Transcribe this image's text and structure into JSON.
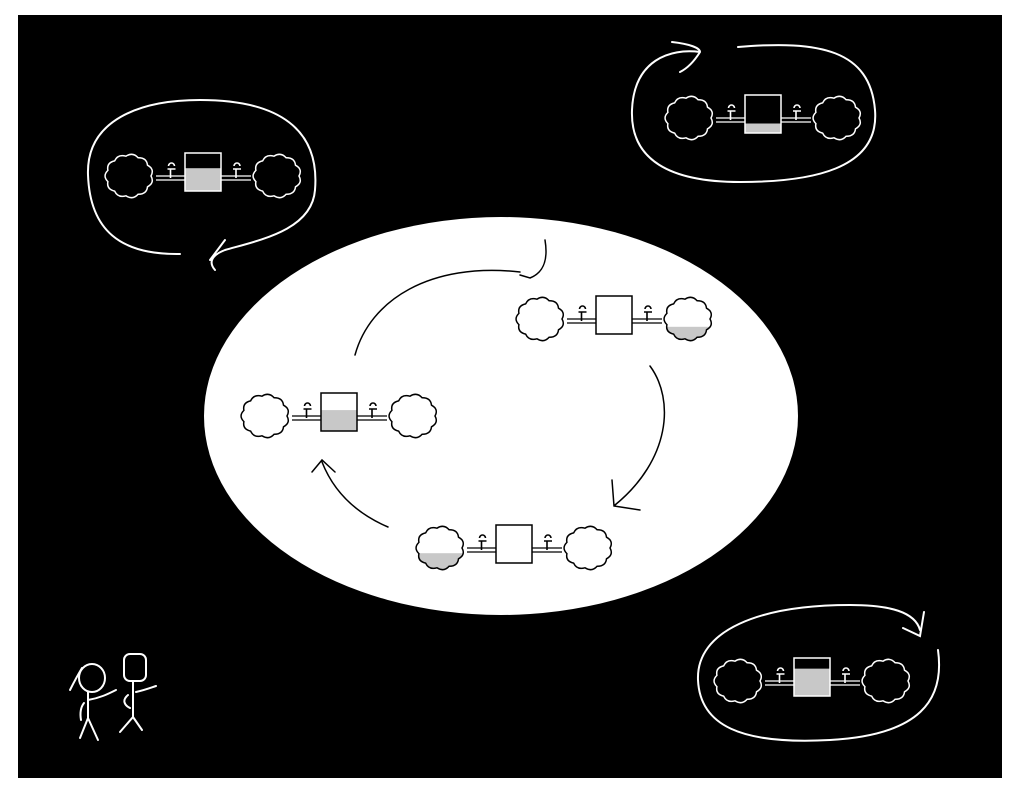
{
  "colors": {
    "background": "#ffffff",
    "panel": "#000000",
    "ink_dark": "#ffffff",
    "ink_light": "#000000",
    "fill": "#c8c8c8",
    "ellipse": "#ffffff"
  },
  "units": [
    {
      "id": "outer-top-left",
      "theme": "dark",
      "stock_level": 0.6,
      "source_level": 0,
      "sink_level": 0
    },
    {
      "id": "outer-top-right",
      "theme": "dark",
      "stock_level": 0.25,
      "source_level": 0,
      "sink_level": 0
    },
    {
      "id": "outer-bottom-right",
      "theme": "dark",
      "stock_level": 0.72,
      "source_level": 0,
      "sink_level": 0
    },
    {
      "id": "cycle-left",
      "theme": "light",
      "stock_level": 0.55,
      "source_level": 0,
      "sink_level": 0
    },
    {
      "id": "cycle-top-right",
      "theme": "light",
      "stock_level": 0,
      "source_level": 0,
      "sink_level": 0.35
    },
    {
      "id": "cycle-bottom",
      "theme": "light",
      "stock_level": 0,
      "source_level": 0.4,
      "sink_level": 0
    }
  ]
}
